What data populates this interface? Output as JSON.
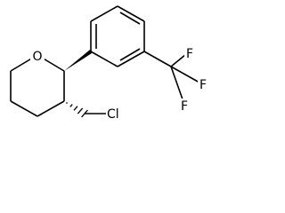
{
  "molecule": {
    "atoms": {
      "oxygen": "O",
      "chlorine": "Cl",
      "fluorine_1": "F",
      "fluorine_2": "F",
      "fluorine_3": "F"
    }
  },
  "colors": {
    "bond": "#000000",
    "background": "#ffffff"
  }
}
